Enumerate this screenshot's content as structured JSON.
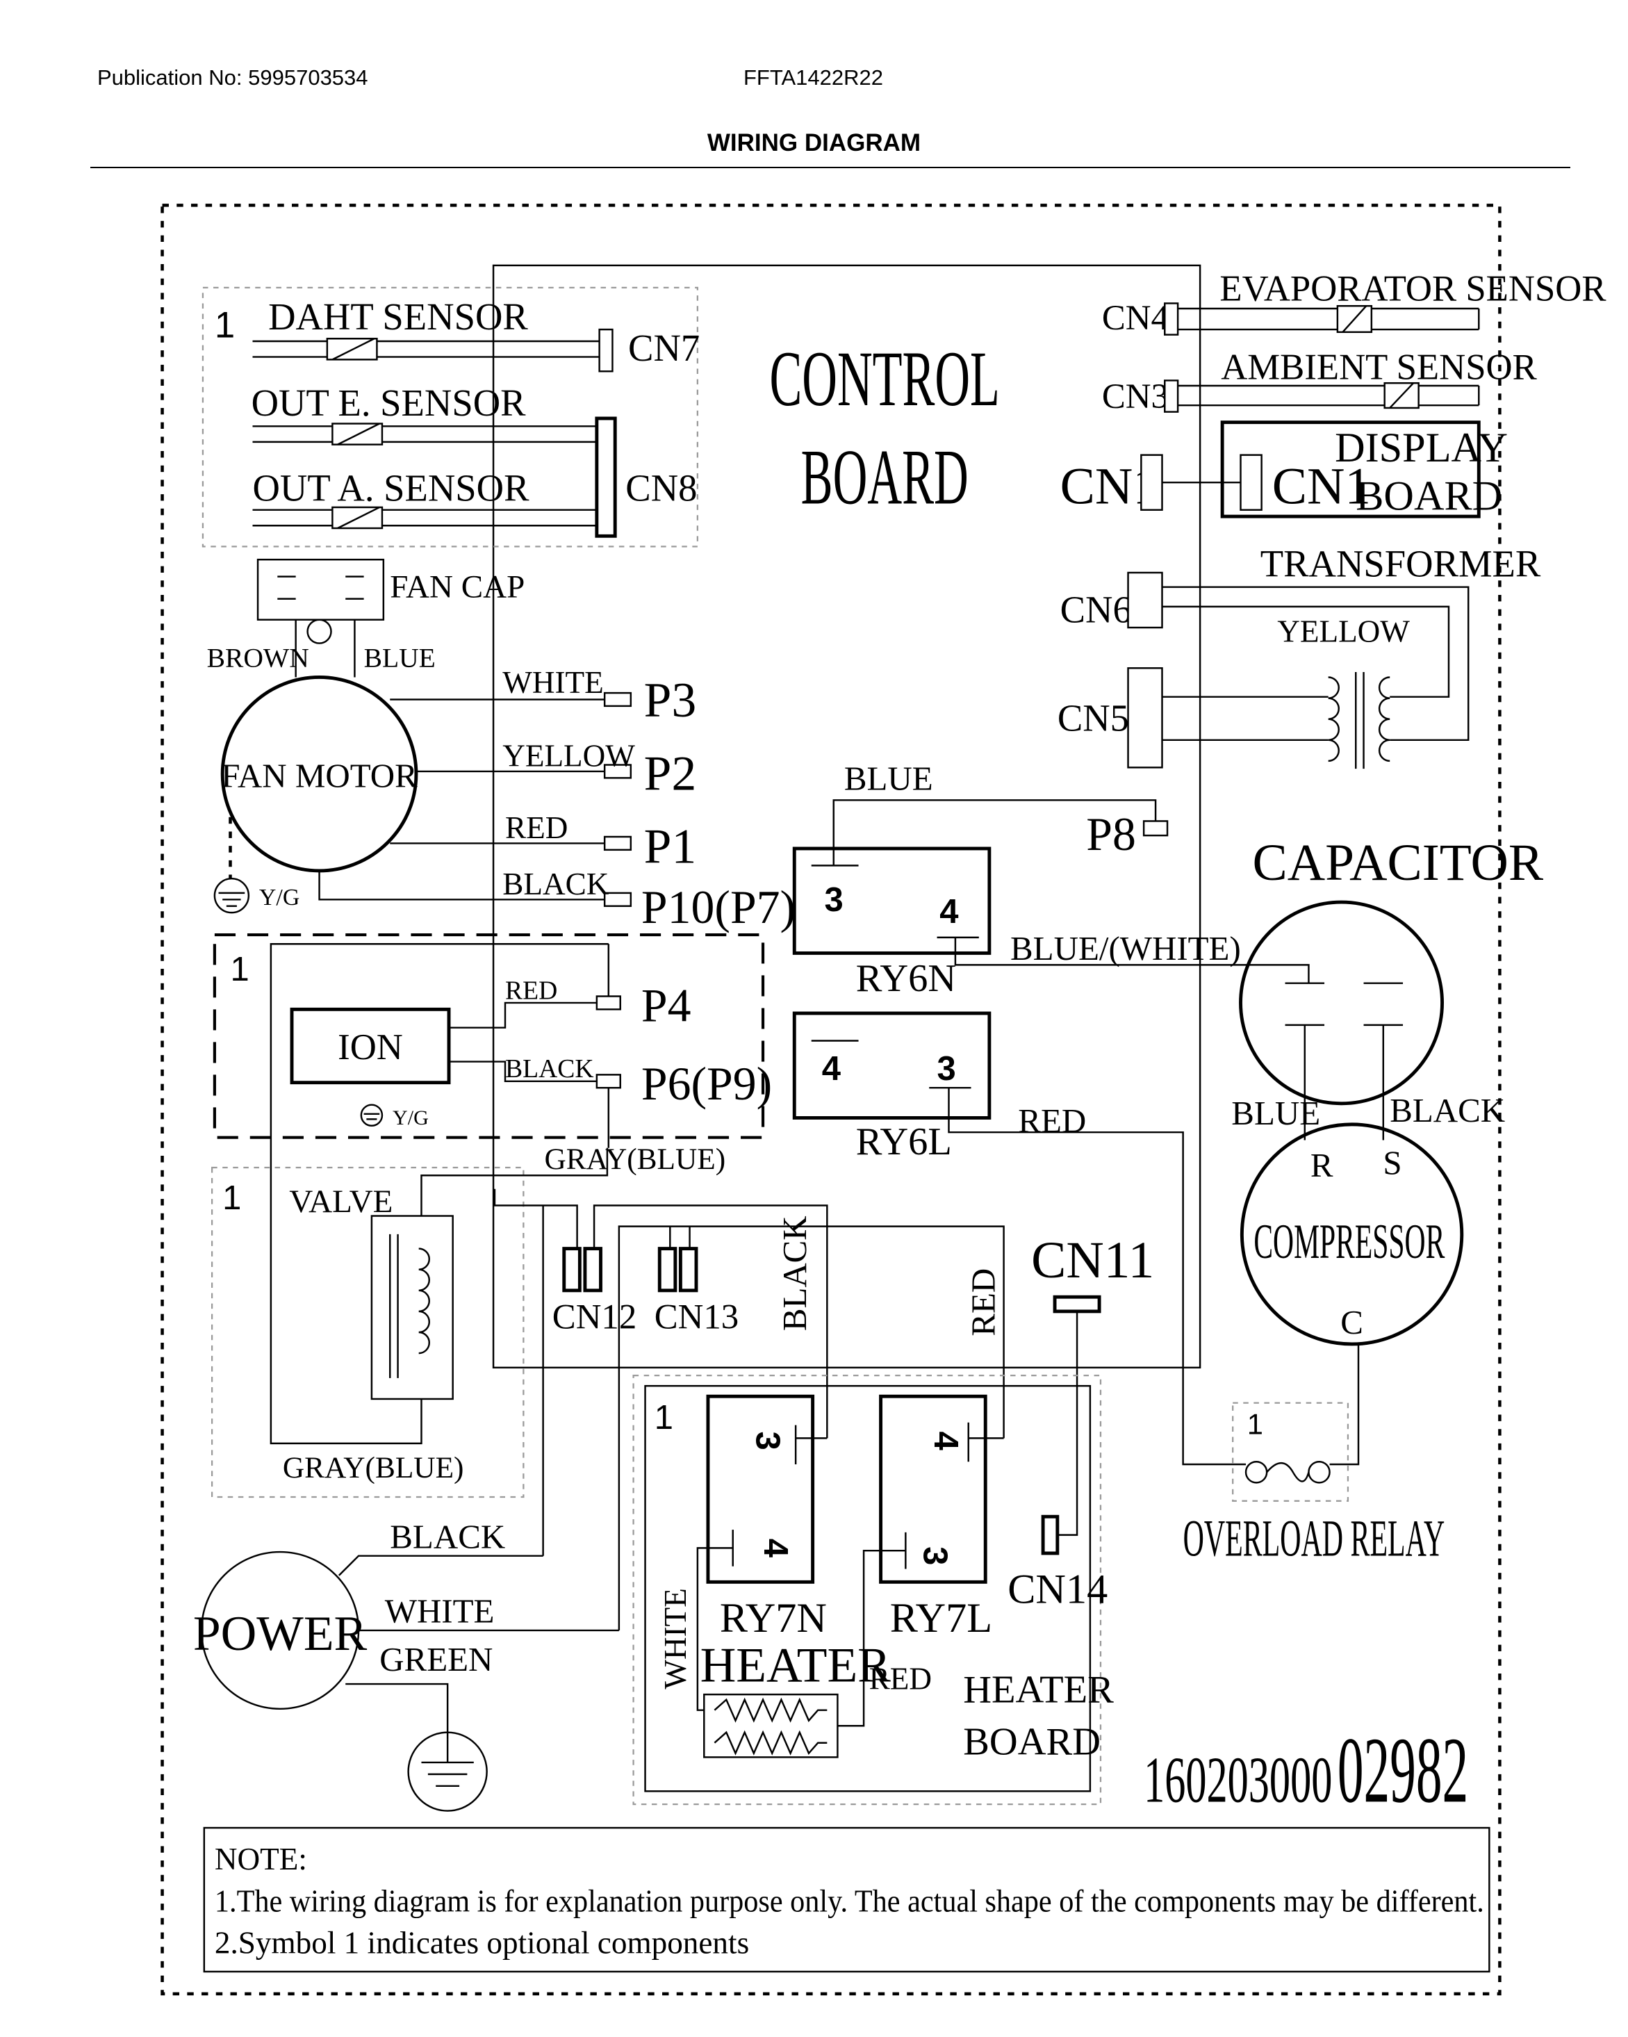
{
  "header": {
    "publication": "Publication No: 5995703534",
    "model": "FFTA1422R22",
    "title": "WIRING DIAGRAM"
  },
  "labels": {
    "control_board_1": "CONTROL",
    "control_board_2": "BOARD",
    "option_symbol": "1",
    "daht_sensor": "DAHT SENSOR",
    "out_e_sensor": "OUT E. SENSOR",
    "out_a_sensor": "OUT A. SENSOR",
    "cn7": "CN7",
    "cn8": "CN8",
    "fan_cap": "FAN CAP",
    "brown": "BROWN",
    "blue": "BLUE",
    "fan_motor": "FAN MOTOR",
    "yg": "Y/G",
    "white": "WHITE",
    "yellow": "YELLOW",
    "red": "RED",
    "black": "BLACK",
    "p3": "P3",
    "p2": "P2",
    "p1": "P1",
    "p10": "P10(P7)",
    "ion": "ION",
    "p4": "P4",
    "p6": "P6(P9)",
    "gray_blue": "GRAY(BLUE)",
    "valve": "VALVE",
    "cn12": "CN12",
    "cn13": "CN13",
    "cn11": "CN11",
    "cn14": "CN14",
    "power": "POWER",
    "green": "GREEN",
    "evaporator_sensor": "EVAPORATOR SENSOR",
    "ambient_sensor": "AMBIENT SENSOR",
    "cn4": "CN4",
    "cn3": "CN3",
    "cn1": "CN1",
    "display_1": "DISPLAY",
    "display_2": "BOARD",
    "transformer": "TRANSFORMER",
    "cn6": "CN6",
    "cn5": "CN5",
    "p8": "P8",
    "ry6n": "RY6N",
    "ry6l": "RY6L",
    "blue_white": "BLUE/(WHITE)",
    "n3": "3",
    "n4": "4",
    "capacitor": "CAPACITOR",
    "compressor": "COMPRESSOR",
    "r": "R",
    "s": "S",
    "c": "C",
    "overload_relay": "OVERLOAD RELAY",
    "ry7n": "RY7N",
    "ry7l": "RY7L",
    "heater": "HEATER",
    "heater_board_1": "HEATER",
    "heater_board_2": "BOARD",
    "part_number_a": "160203000",
    "part_number_b": "02982"
  },
  "notes": {
    "heading": "NOTE:",
    "line1": "1.The wiring diagram is for explanation purpose only. The actual shape of the components may be different.",
    "line2": "2.Symbol 1 indicates optional components"
  }
}
